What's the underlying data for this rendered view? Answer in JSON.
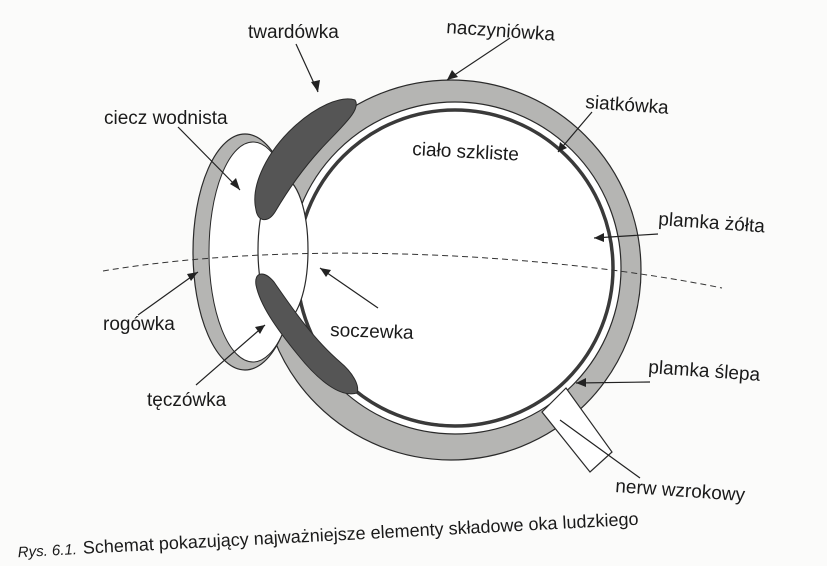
{
  "diagram": {
    "labels": {
      "twardowka": "twardówka",
      "naczyniowka": "naczyniówka",
      "ciecz_wodnista": "ciecz wodnista",
      "siatkowka": "siatkówka",
      "cialo_szkliste": "ciało szkliste",
      "plamka_zolta": "plamka żółta",
      "rogowka": "rogówka",
      "soczewka": "soczewka",
      "plamka_slepa": "plamka ślepa",
      "teczowka": "tęczówka",
      "nerw_wzrokowy": "nerw wzrokowy"
    },
    "caption": {
      "number": "Rys. 6.1.",
      "text": "Schemat pokazujący najważniejsze elementy składowe oka ludzkiego"
    },
    "colors": {
      "sclera": "#b5b5b3",
      "iris": "#555555",
      "outline": "#2a2a2a",
      "interior": "#ffffff"
    }
  }
}
